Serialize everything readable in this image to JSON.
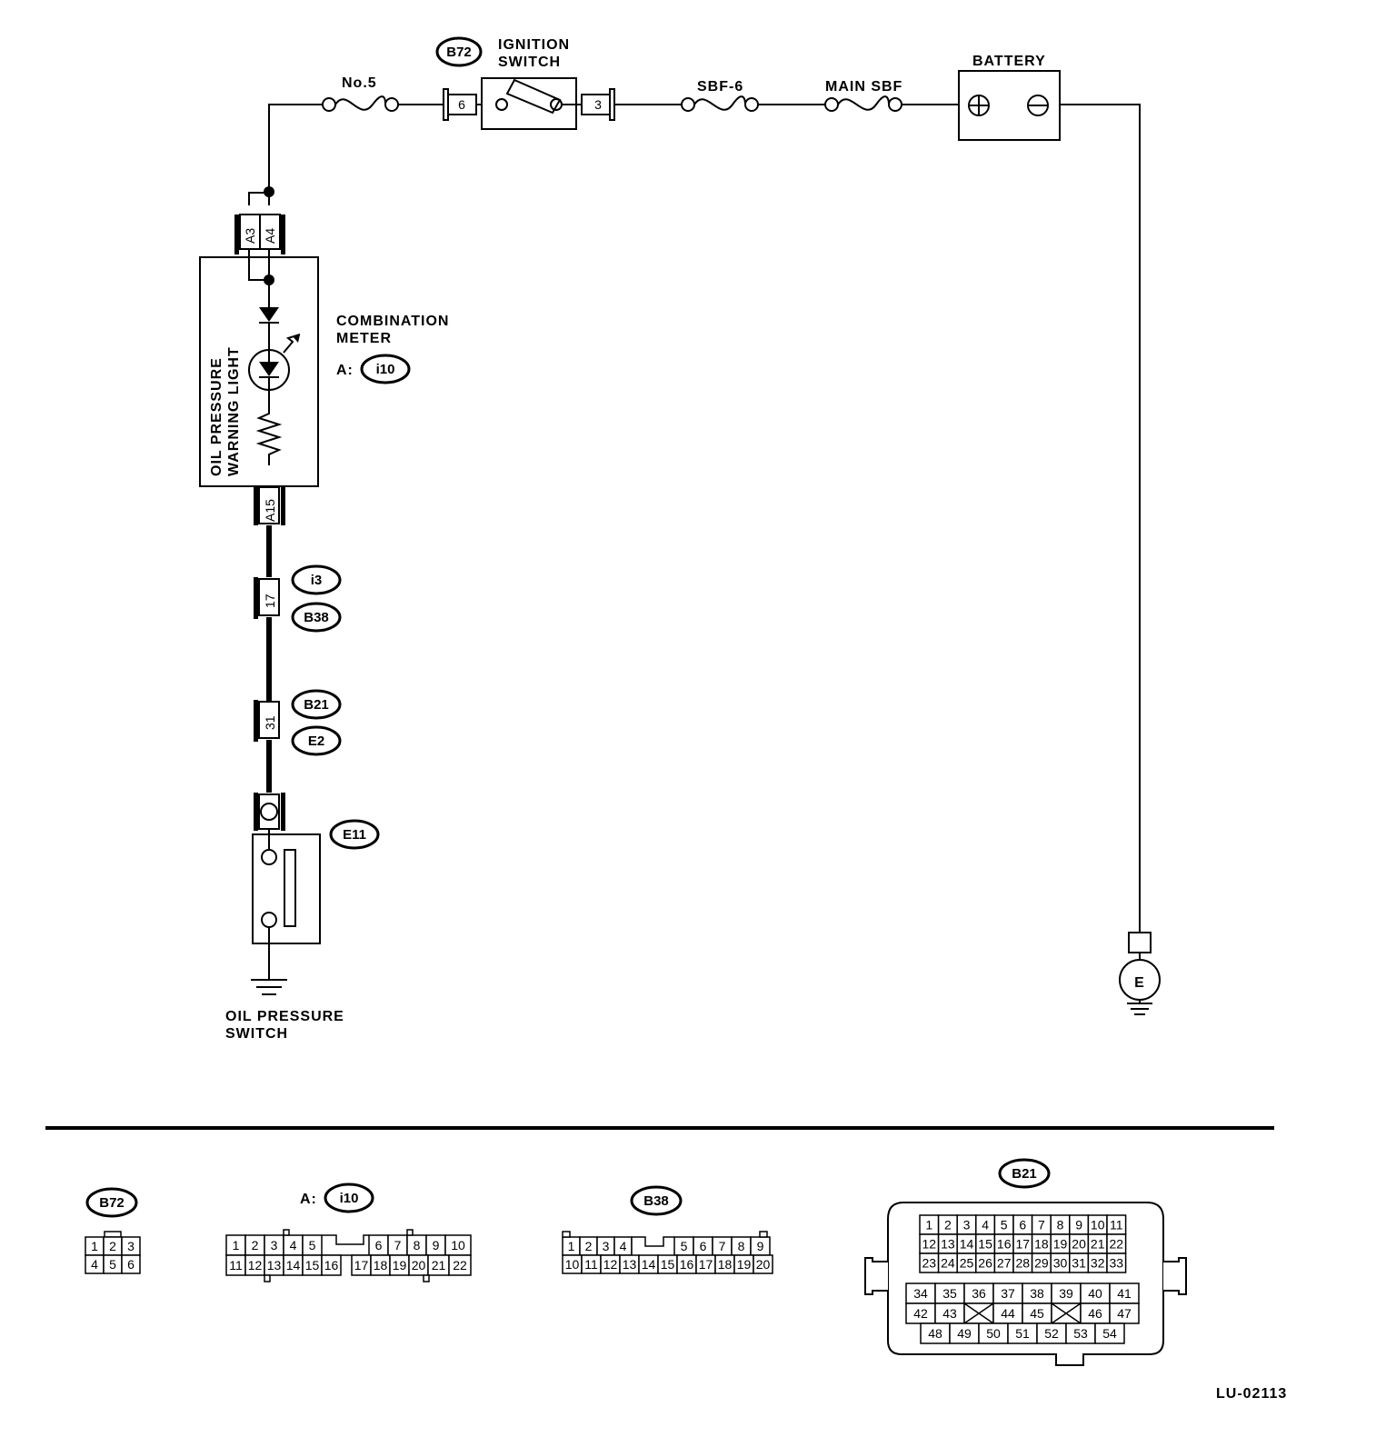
{
  "components": {
    "fuse_no5": "No.5",
    "ignition_switch": "IGNITION\nSWITCH",
    "sbf6": "SBF-6",
    "main_sbf": "MAIN SBF",
    "battery": "BATTERY",
    "combination_meter": "COMBINATION\nMETER",
    "combination_meter_prefix": "A:",
    "warning_light": "OIL PRESSURE\nWARNING LIGHT",
    "oil_pressure_switch": "OIL PRESSURE\nSWITCH",
    "ground": "E"
  },
  "connector_tags": {
    "b72": "B72",
    "i10": "i10",
    "i3": "i3",
    "b38": "B38",
    "b21": "B21",
    "e2": "E2",
    "e11": "E11"
  },
  "terminals": {
    "ign_in": "6",
    "ign_out": "3",
    "a3": "A3",
    "a4": "A4",
    "a15": "A15",
    "t17": "17",
    "t31": "31"
  },
  "legend": {
    "b72_tag": "B72",
    "i10_prefix": "A:",
    "i10_tag": "i10",
    "b38_tag": "B38",
    "b21_tag": "B21",
    "b72_rows": [
      [
        "1",
        "2",
        "3"
      ],
      [
        "4",
        "5",
        "6"
      ]
    ],
    "i10_row1": [
      "1",
      "2",
      "3",
      "4",
      "5",
      "6",
      "7",
      "8",
      "9",
      "10"
    ],
    "i10_row2": [
      "11",
      "12",
      "13",
      "14",
      "15",
      "16",
      "17",
      "18",
      "19",
      "20",
      "21",
      "22"
    ],
    "b38_row1": [
      "1",
      "2",
      "3",
      "4",
      "5",
      "6",
      "7",
      "8",
      "9"
    ],
    "b38_row2": [
      "10",
      "11",
      "12",
      "13",
      "14",
      "15",
      "16",
      "17",
      "18",
      "19",
      "20"
    ],
    "b21_row1": [
      "1",
      "2",
      "3",
      "4",
      "5",
      "6",
      "7",
      "8",
      "9",
      "10",
      "11"
    ],
    "b21_row2": [
      "12",
      "13",
      "14",
      "15",
      "16",
      "17",
      "18",
      "19",
      "20",
      "21",
      "22"
    ],
    "b21_row3": [
      "23",
      "24",
      "25",
      "26",
      "27",
      "28",
      "29",
      "30",
      "31",
      "32",
      "33"
    ],
    "b21_row4": [
      "34",
      "35",
      "36",
      "37",
      "38",
      "39",
      "40",
      "41"
    ],
    "b21_row5": [
      "42",
      "43",
      "",
      "44",
      "45",
      "",
      "46",
      "47"
    ],
    "b21_row6": [
      "48",
      "49",
      "50",
      "51",
      "52",
      "53",
      "54"
    ]
  },
  "figure_id": "LU-02113"
}
